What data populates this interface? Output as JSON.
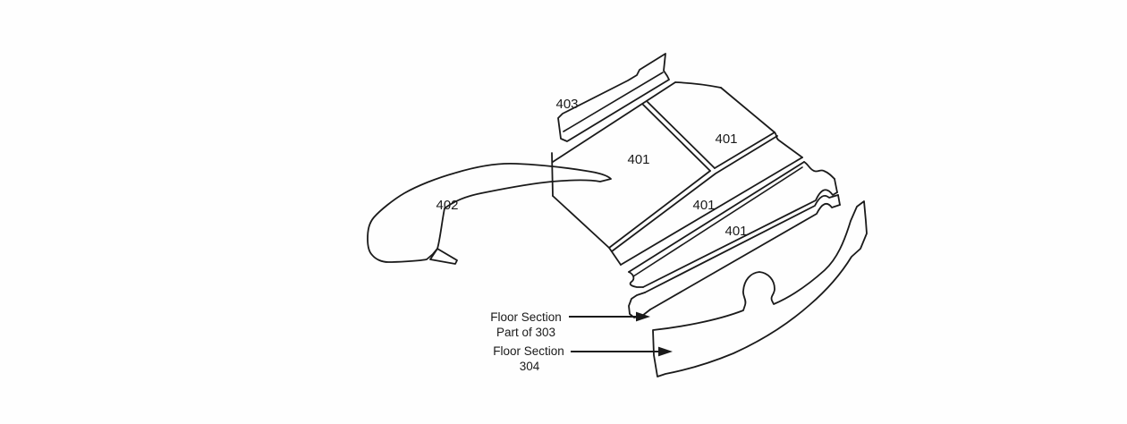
{
  "figure": {
    "background": "#fefefe",
    "line_color": "#1a1a1a",
    "part_labels": {
      "sill_403": "403",
      "panel_left_401": "401",
      "panel_right_401": "401",
      "strip_mid_401": "401",
      "strip_lower_401": "401",
      "brace_402": "402"
    },
    "callouts": {
      "floor_303": {
        "line1": "Floor Section",
        "line2": "Part of 303"
      },
      "floor_304": {
        "line1": "Floor Section",
        "line2": "304"
      }
    }
  }
}
